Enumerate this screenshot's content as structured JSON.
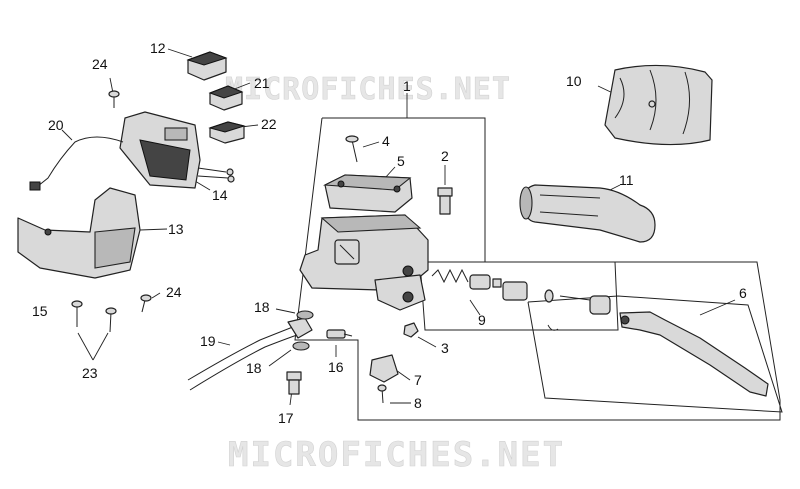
{
  "watermark": {
    "top": "MICROFICHES.NET",
    "bottom": "MICROFICHES.NET"
  },
  "callouts": {
    "c1": "1",
    "c2": "2",
    "c3": "3",
    "c4": "4",
    "c5": "5",
    "c6": "6",
    "c7": "7",
    "c8": "8",
    "c9": "9",
    "c10": "10",
    "c11": "11",
    "c12": "12",
    "c13": "13",
    "c14": "14",
    "c15": "15",
    "c16": "16",
    "c17": "17",
    "c18a": "18",
    "c18b": "18",
    "c19": "19",
    "c20": "20",
    "c21": "21",
    "c22": "22",
    "c23": "23",
    "c24a": "24",
    "c24b": "24"
  },
  "colors": {
    "line": "#222222",
    "part_fill": "#d9d9d9",
    "watermark": "#e6e6e6"
  }
}
